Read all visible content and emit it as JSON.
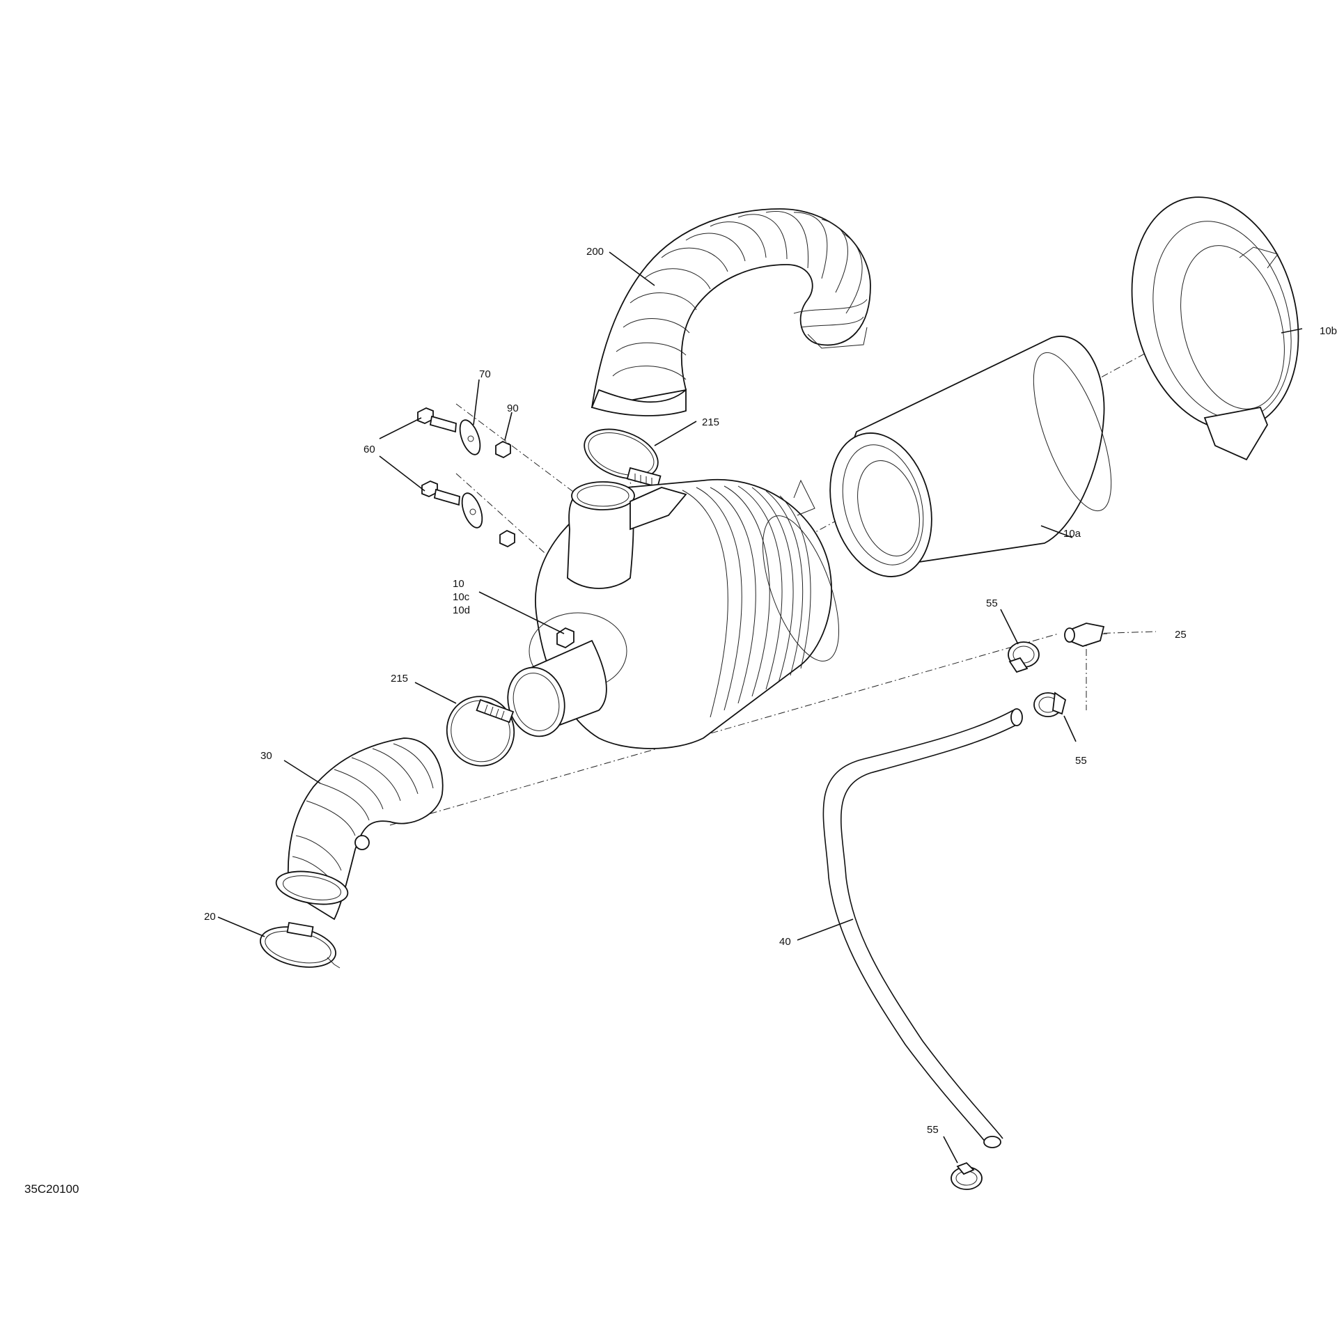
{
  "diagram": {
    "reference_code": "35C20100",
    "callouts": {
      "c200": "200",
      "c70": "70",
      "c90": "90",
      "c60": "60",
      "c215_top": "215",
      "c10": "10",
      "c10c": "10c",
      "c10d": "10d",
      "c10a": "10a",
      "c10b": "10b",
      "c215_bottom": "215",
      "c30": "30",
      "c20": "20",
      "c55_a": "55",
      "c55_b": "55",
      "c55_c": "55",
      "c25": "25",
      "c40": "40"
    }
  }
}
